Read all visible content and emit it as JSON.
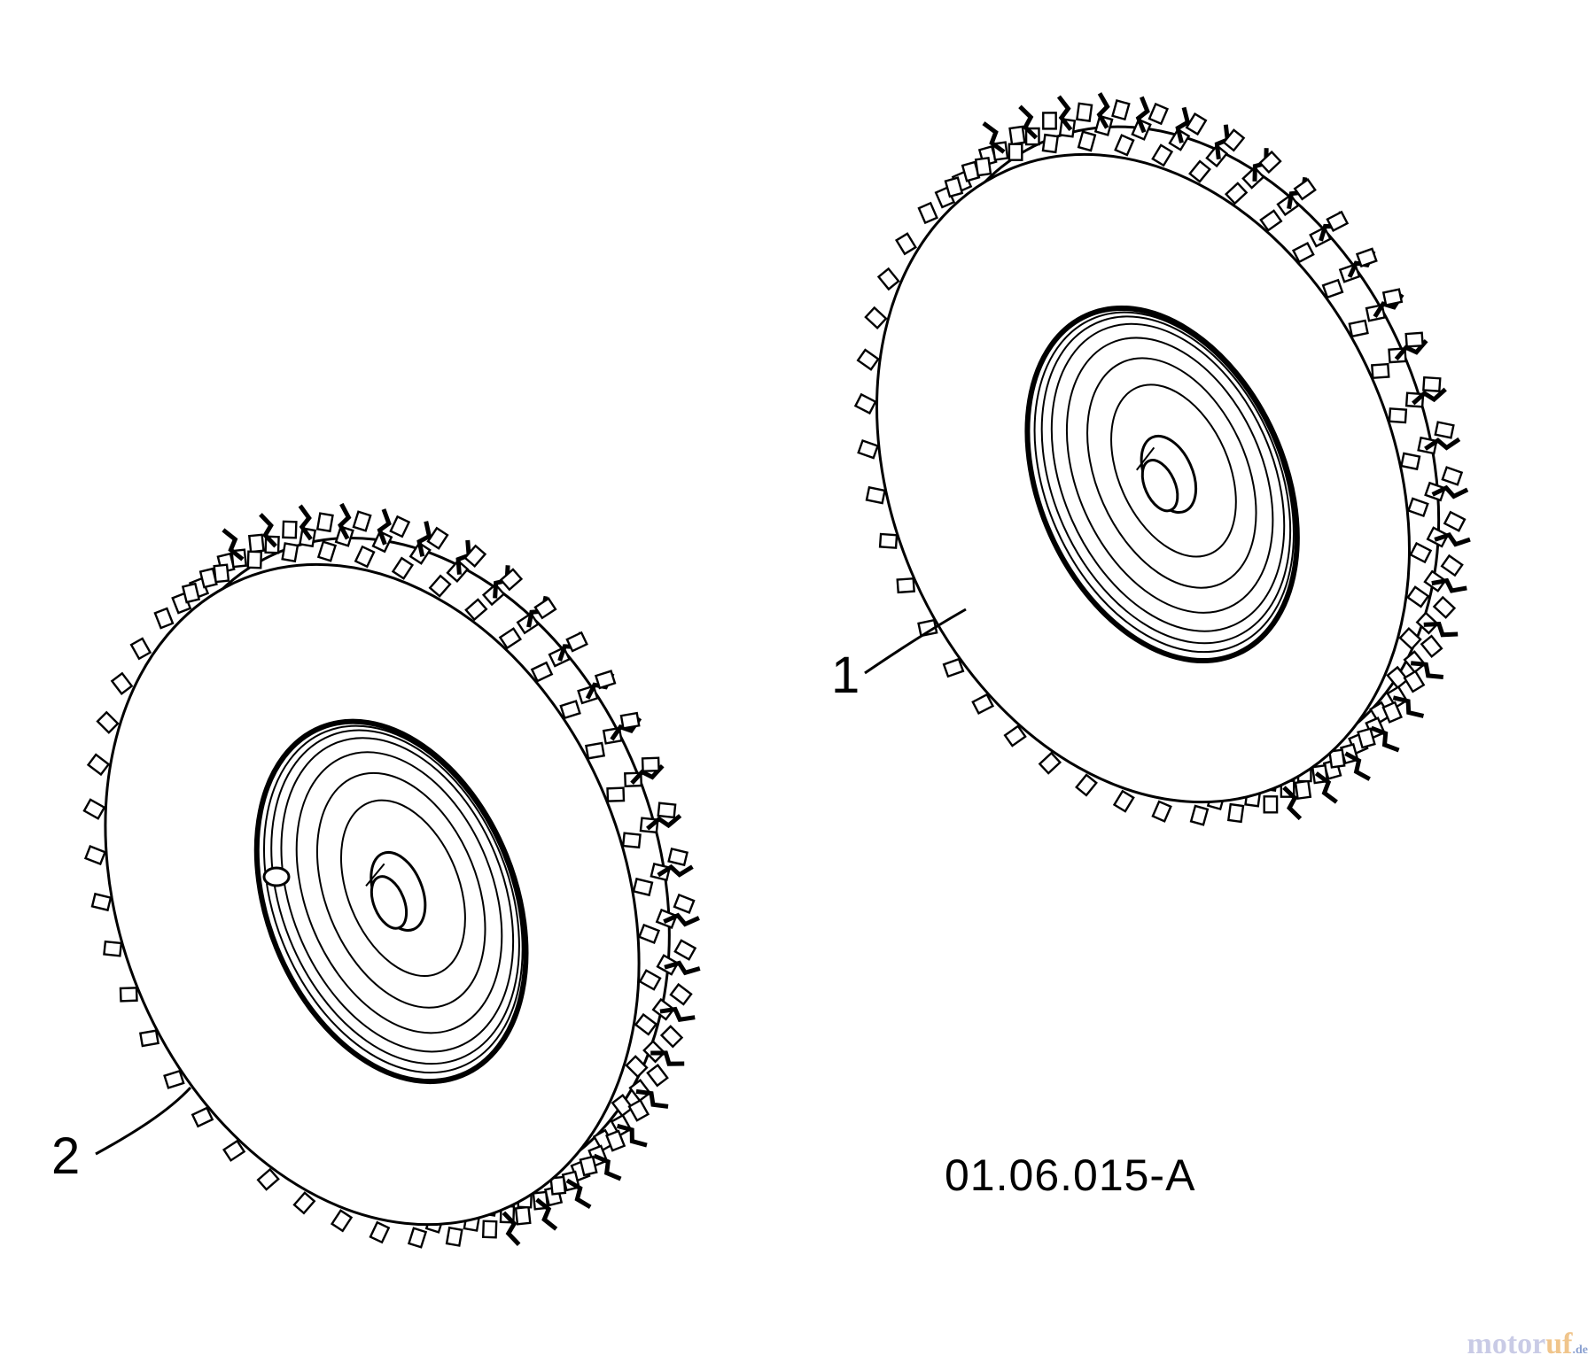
{
  "callouts": [
    {
      "id": "1",
      "label": "1"
    },
    {
      "id": "2",
      "label": "2"
    }
  ],
  "drawing_code": "01.06.015-A",
  "watermark": {
    "part_a": "motor",
    "part_b": "uf",
    "tld": ".de"
  },
  "colors": {
    "line": "#000000",
    "background": "#ffffff",
    "watermark_primary": "#c9cbe6",
    "watermark_accent": "#f0c58c"
  },
  "parts": [
    {
      "callout": "1",
      "name": "wheel"
    },
    {
      "callout": "2",
      "name": "wheel"
    }
  ]
}
